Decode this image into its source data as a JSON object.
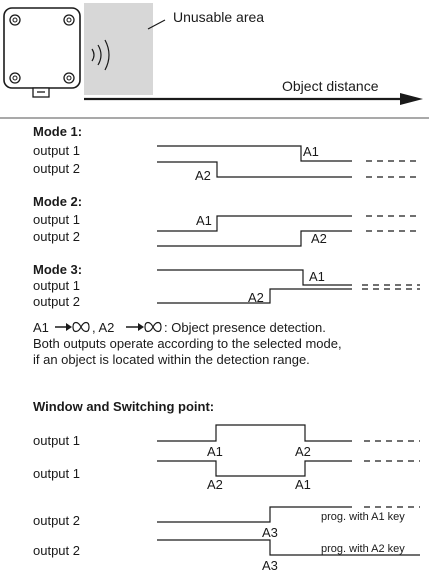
{
  "sensor": {
    "unusable_area_label": "Unusable area",
    "object_distance_label": "Object distance"
  },
  "modes": [
    {
      "title": "Mode 1:",
      "out1": "output 1",
      "out2": "output 2",
      "a_upper": "A1",
      "a_lower": "A2"
    },
    {
      "title": "Mode 2:",
      "out1": "output 1",
      "out2": "output 2",
      "a_upper": "A1",
      "a_lower": "A2"
    },
    {
      "title": "Mode 3:",
      "out1": "output 1",
      "out2": "output 2",
      "a_upper": "A1",
      "a_lower": "A2"
    }
  ],
  "note": {
    "line1_prefix": "A1",
    "line1_mid": ", A2",
    "line1_suffix": ": Object presence detection.",
    "line2": "Both outputs operate according to the selected mode,",
    "line3": "if an object is located within the detection range."
  },
  "window_section": {
    "title": "Window and Switching point:",
    "rows": [
      {
        "label": "output 1"
      },
      {
        "label": "output 1"
      },
      {
        "label": "output 2"
      },
      {
        "label": "output 2"
      }
    ],
    "row1_left": "A1",
    "row1_right": "A2",
    "row2_left": "A2",
    "row2_right": "A1",
    "row3_point": "A3",
    "row3_note": "prog. with A1 key",
    "row4_point": "A3",
    "row4_note": "prog. with A2 key"
  }
}
